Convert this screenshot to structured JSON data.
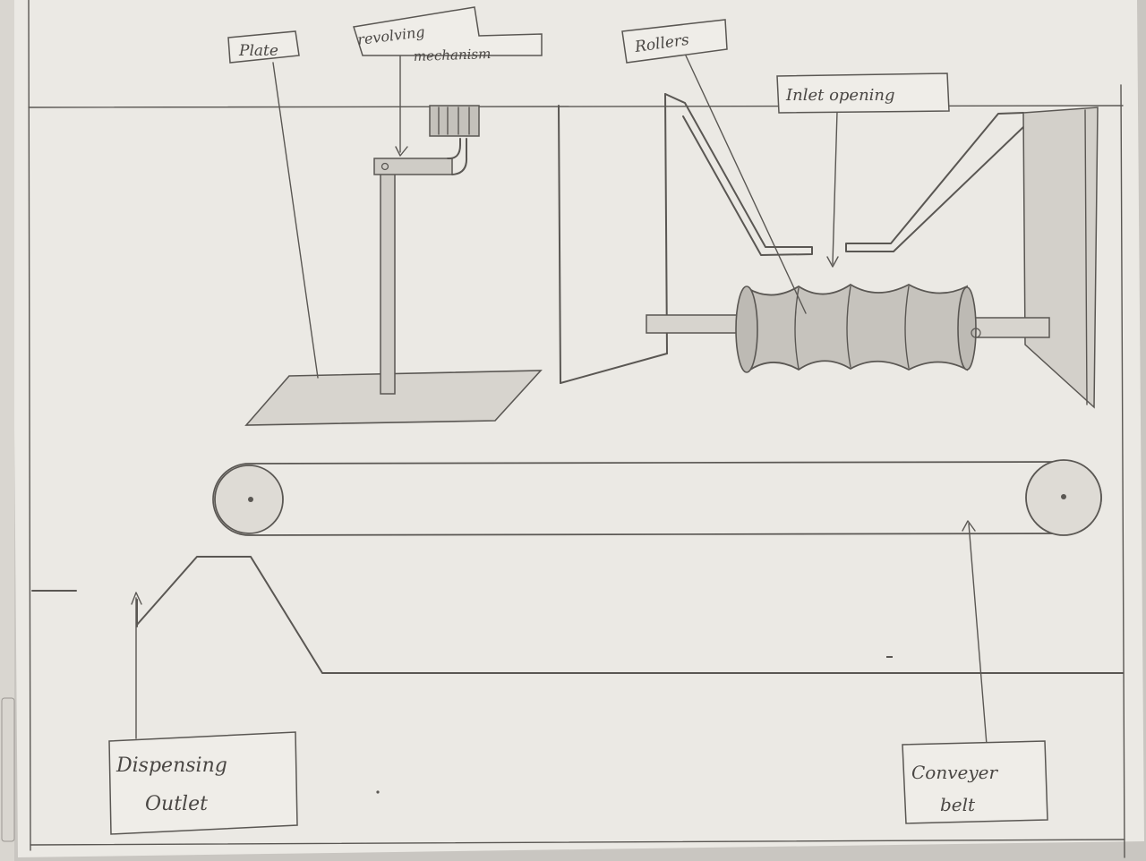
{
  "labels": {
    "plate": "Plate",
    "revolving_1": "revolving",
    "revolving_2": "mechanism",
    "rollers": "Rollers",
    "inlet": "Inlet opening",
    "dispensing_1": "Dispensing",
    "dispensing_2": "Outlet",
    "conveyer_1": "Conveyer",
    "conveyer_2": "belt"
  },
  "colors": {
    "paper": "#ebe9e4",
    "pencil": "#5a5753",
    "shade": "#b9b6b0"
  }
}
